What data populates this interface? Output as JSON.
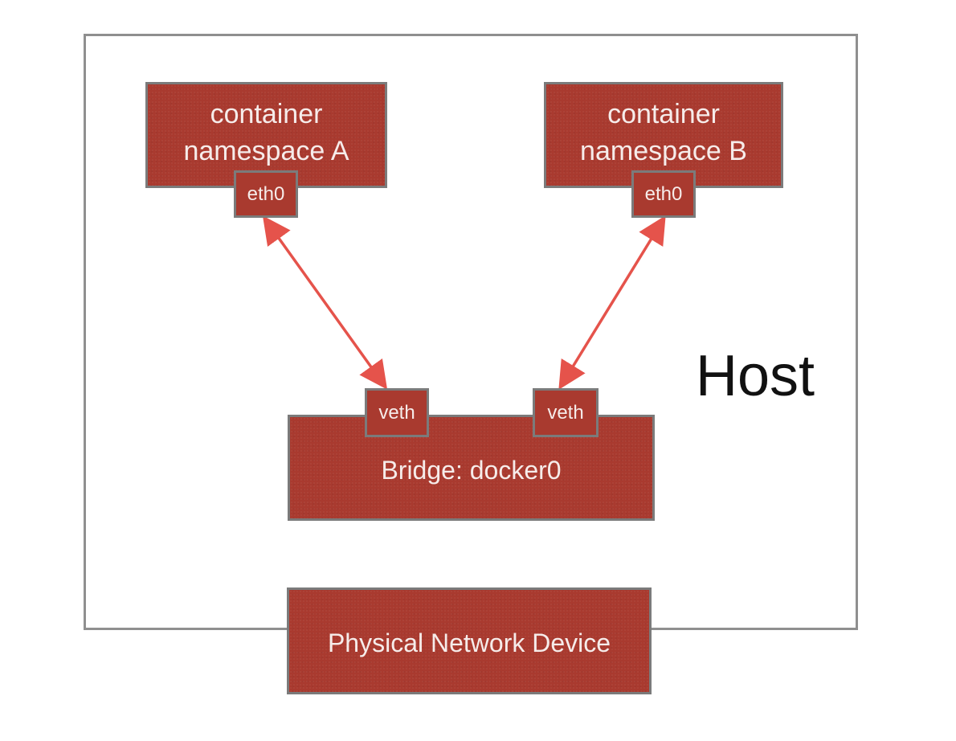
{
  "host": {
    "label": "Host"
  },
  "namespaces": [
    {
      "line1": "container",
      "line2": "namespace A",
      "port": "eth0"
    },
    {
      "line1": "container",
      "line2": "namespace B",
      "port": "eth0"
    }
  ],
  "bridge": {
    "label": "Bridge: docker0",
    "ports": [
      "veth",
      "veth"
    ]
  },
  "physical_device": {
    "label": "Physical Network Device"
  },
  "colors": {
    "box_fill": "#a93a2f",
    "box_border": "#7b7b7b",
    "box_text": "#f6ecea",
    "link": "#e5534b",
    "host_border": "#8f8f8f"
  },
  "links": [
    {
      "from": "namespace A eth0",
      "to": "bridge veth 1",
      "bidirectional": true
    },
    {
      "from": "namespace B eth0",
      "to": "bridge veth 2",
      "bidirectional": true
    }
  ]
}
